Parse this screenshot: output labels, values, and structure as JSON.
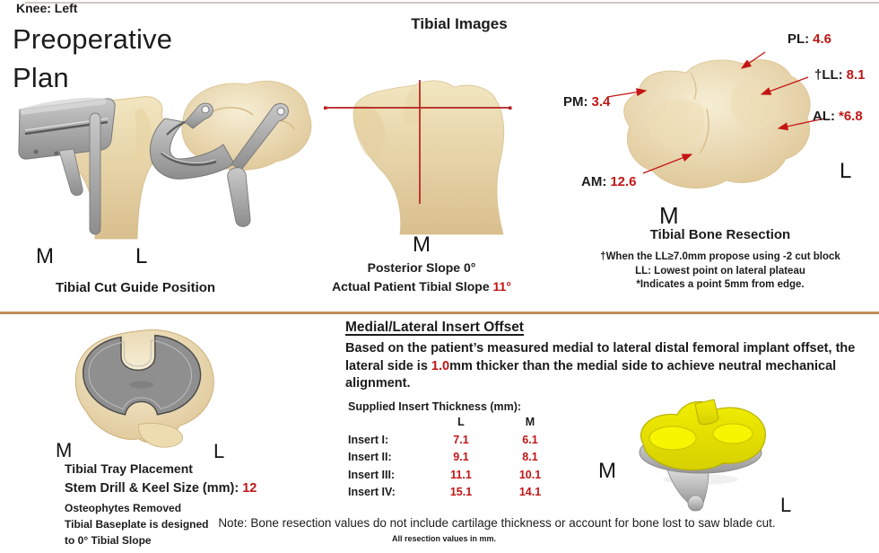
{
  "colors": {
    "accent_red": "#c11616",
    "divider_tan": "#b5824d"
  },
  "header": {
    "knee_label": "Knee: Left",
    "title_line1": "Preoperative",
    "title_line2": "Plan"
  },
  "tibial_images": {
    "title": "Tibial Images",
    "medial_label": "M",
    "posterior_slope": "Posterior Slope 0°",
    "actual_slope_prefix": "Actual Patient Tibial Slope ",
    "actual_slope_value": "11°"
  },
  "cut_guide": {
    "medial_label": "M",
    "lateral_label": "L",
    "caption": "Tibial Cut Guide Position"
  },
  "bone_resection": {
    "caption": "Tibial Bone Resection",
    "lateral_label": "L",
    "medial_label": "M",
    "measurements": [
      {
        "label": "PL:",
        "value": "4.6"
      },
      {
        "label": "†LL:",
        "value": "8.1"
      },
      {
        "label": "AL:",
        "value": "*6.8"
      },
      {
        "label": "PM:",
        "value": "3.4"
      },
      {
        "label": "AM:",
        "value": "12.6"
      }
    ],
    "footnotes": [
      "†When the LL≥7.0mm propose using -2 cut block",
      "LL: Lowest point on lateral plateau",
      "*Indicates a point 5mm from edge."
    ]
  },
  "insert_offset": {
    "heading": "Medial/Lateral Insert Offset",
    "body_pre": "Based on the patient’s measured medial to lateral distal femoral implant offset, the lateral side is ",
    "body_value": "1.0",
    "body_post": "mm thicker than the medial side to achieve neutral mechanical alignment."
  },
  "insert_table": {
    "title": "Supplied Insert Thickness (mm):",
    "col_l": "L",
    "col_m": "M",
    "rows": [
      {
        "label": "Insert I:",
        "l": "7.1",
        "m": "6.1"
      },
      {
        "label": "Insert II:",
        "l": "9.1",
        "m": "8.1"
      },
      {
        "label": "Insert III:",
        "l": "11.1",
        "m": "10.1"
      },
      {
        "label": "Insert IV:",
        "l": "15.1",
        "m": "14.1"
      }
    ]
  },
  "tray_placement": {
    "medial_label": "M",
    "lateral_label": "L",
    "caption": "Tibial Tray Placement",
    "stem_prefix": "Stem Drill & Keel Size (mm): ",
    "stem_value": "12",
    "note1": "Osteophytes Removed",
    "note2": "Tibial Baseplate is designed",
    "note3": "to 0° Tibial Slope"
  },
  "implant": {
    "medial_label": "M",
    "lateral_label": "L"
  },
  "footer": {
    "note": "Note: Bone resection values do not include cartilage thickness or account for bone lost to saw blade cut.",
    "sub_note": "All resection values in mm."
  }
}
